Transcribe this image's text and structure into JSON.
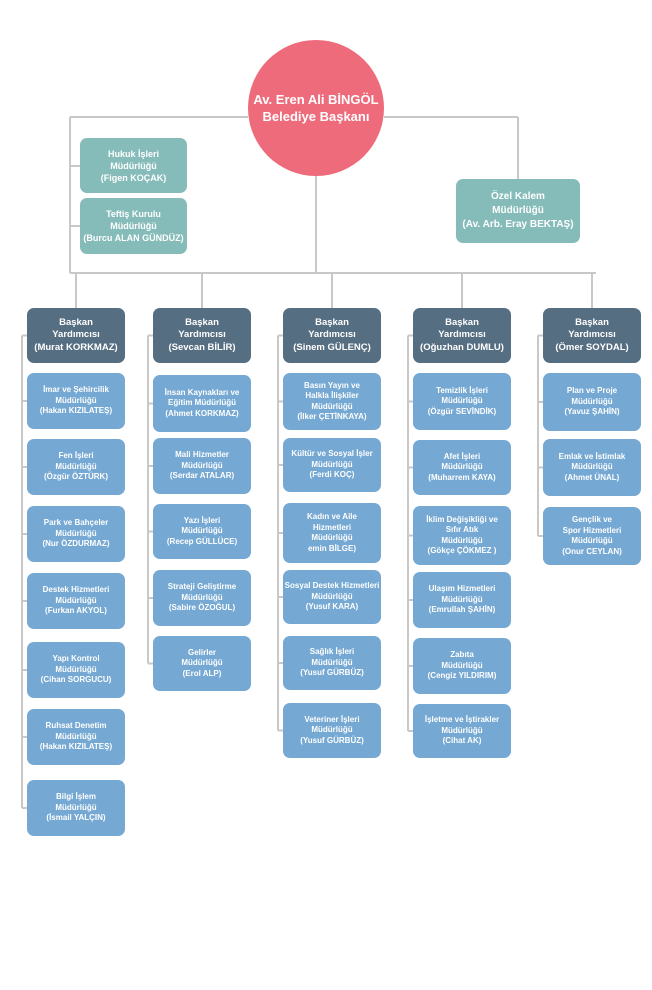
{
  "mayor": {
    "name": "Av. Eren Ali BİNGÖL",
    "title": "Belediye Başkanı"
  },
  "top_units": [
    {
      "id": "hukuk",
      "lines": [
        "Hukuk İşleri",
        "Müdürlüğü",
        "(Figen KOÇAK)"
      ]
    },
    {
      "id": "teftis",
      "lines": [
        "Teftiş Kurulu",
        "Müdürlüğü",
        "(Burcu ALAN GÜNDÜZ)"
      ]
    },
    {
      "id": "ozel-kalem",
      "lines": [
        "Özel Kalem",
        "Müdürlüğü",
        "(Av. Arb. Eray BEKTAŞ)"
      ]
    }
  ],
  "deputies": [
    {
      "lines": [
        "Başkan",
        "Yardımcısı",
        "(Murat KORKMAZ)"
      ],
      "departments": [
        [
          "İmar ve Şehircilik",
          "Müdürlüğü",
          "(Hakan KIZILATEŞ)"
        ],
        [
          "Fen İşleri",
          "Müdürlüğü",
          "(Özgür ÖZTÜRK)"
        ],
        [
          "Park ve Bahçeler",
          "Müdürlüğü",
          "(Nur ÖZDURMAZ)"
        ],
        [
          "Destek Hizmetleri",
          "Müdürlüğü",
          "(Furkan AKYOL)"
        ],
        [
          "Yapı Kontrol",
          "Müdürlüğü",
          "(Cihan SORGUCU)"
        ],
        [
          "Ruhsat Denetim",
          "Müdürlüğü",
          "(Hakan KIZILATEŞ)"
        ],
        [
          "Bilgi İşlem",
          "Müdürlüğü",
          "(İsmail YALÇIN)"
        ]
      ]
    },
    {
      "lines": [
        "Başkan",
        "Yardımcısı",
        "(Sevcan BİLİR)"
      ],
      "departments": [
        [
          "İnsan Kaynakları ve",
          "Eğitim Müdürlüğü",
          "(Ahmet KORKMAZ)"
        ],
        [
          "Mali Hizmetler",
          "Müdürlüğü",
          "(Serdar ATALAR)"
        ],
        [
          "Yazı İşleri",
          "Müdürlüğü",
          "(Recep GÜLLÜCE)"
        ],
        [
          "Strateji Geliştirme",
          "Müdürlüğü",
          "(Sabire ÖZOĞUL)"
        ],
        [
          "Gelirler",
          "Müdürlüğü",
          "(Erol ALP)"
        ]
      ]
    },
    {
      "lines": [
        "Başkan",
        "Yardımcısı",
        "(Sinem GÜLENÇ)"
      ],
      "departments": [
        [
          "Basın Yayın ve",
          "Halkla İlişkiler",
          "Müdürlüğü",
          "(İlker ÇETİNKAYA)"
        ],
        [
          "Kültür ve Sosyal İşler",
          "Müdürlüğü",
          "(Ferdi KOÇ)"
        ],
        [
          "Kadın ve Aile",
          "Hizmetleri",
          "Müdürlüğü",
          "emin BİLGE)"
        ],
        [
          "Sosyal Destek Hizmetleri",
          "Müdürlüğü",
          "(Yusuf KARA)"
        ],
        [
          "Sağlık İşleri",
          "Müdürlüğü",
          "(Yusuf GÜRBÜZ)"
        ],
        [
          "Veteriner İşleri",
          "Müdürlüğü",
          "(Yusuf GÜRBÜZ)"
        ]
      ]
    },
    {
      "lines": [
        "Başkan",
        "Yardımcısı",
        "(Oğuzhan DUMLU)"
      ],
      "departments": [
        [
          "Temizlik İşleri",
          "Müdürlüğü",
          "(Özgür SEVİNDİK)"
        ],
        [
          "Afet İşleri",
          "Müdürlüğü",
          "(Muharrem KAYA)"
        ],
        [
          "İklim Değişikliği ve",
          "Sıfır Atık",
          "Müdürlüğü",
          "(Gökçe ÇÖKMEZ )"
        ],
        [
          "Ulaşım Hizmetleri",
          "Müdürlüğü",
          "(Emrullah ŞAHİN)"
        ],
        [
          "Zabıta",
          "Müdürlüğü",
          "(Cengiz YILDIRIM)"
        ],
        [
          "İşletme ve İştirakler",
          "Müdürlüğü",
          "(Cihat AK)"
        ]
      ]
    },
    {
      "lines": [
        "Başkan",
        "Yardımcısı",
        "(Ömer SOYDAL)"
      ],
      "departments": [
        [
          "Plan ve Proje",
          "Müdürlüğü",
          "(Yavuz ŞAHİN)"
        ],
        [
          "Emlak ve İstimlak",
          "Müdürlüğü",
          "(Ahmet ÜNAL)"
        ],
        [
          "Gençlik ve",
          "Spor Hizmetleri",
          "Müdürlüğü",
          "(Onur CEYLAN)"
        ]
      ]
    }
  ],
  "colors": {
    "mayor": "#ee6b7b",
    "top_units": "#85bcb9",
    "deputies": "#566e82",
    "departments": "#75a8d2",
    "connectors": "#c8c8c8"
  }
}
